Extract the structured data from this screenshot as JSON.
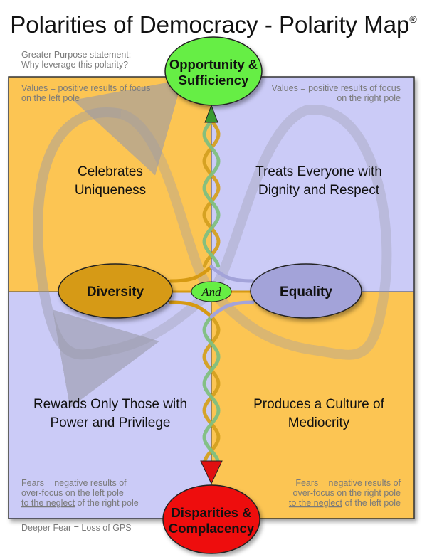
{
  "title": "Polarities of Democracy - Polarity Map",
  "registered_mark": "®",
  "greater_purpose": {
    "line1": "Greater Purpose statement:",
    "line2": "Why leverage this polarity?"
  },
  "deeper_fear": "Deeper Fear = Loss of GPS",
  "top_goal": {
    "line1": "Opportunity &",
    "line2": "Sufficiency"
  },
  "bottom_fear": {
    "line1": "Disparities &",
    "line2": "Complacency"
  },
  "left_pole": "Diversity",
  "right_pole": "Equality",
  "connector": "And",
  "values_left": {
    "line1": "Values = positive results of focus",
    "line2": "on the left pole"
  },
  "values_right": {
    "line1": "Values = positive results of focus",
    "line2": "on the right pole"
  },
  "fears_left": {
    "line1": "Fears = negative results of",
    "line2": "over-focus on the left pole",
    "underline": "to the neglect",
    "rest": " of the right pole"
  },
  "fears_right": {
    "line1": "Fears = negative results of",
    "line2": "over-focus on the right pole",
    "underline": "to the neglect",
    "rest": " of the left pole"
  },
  "upper_left": {
    "line1": "Celebrates",
    "line2": "Uniqueness"
  },
  "upper_right": {
    "line1": "Treats Everyone with",
    "line2": "Dignity and Respect"
  },
  "lower_left": {
    "line1": "Rewards Only Those with",
    "line2": "Power and Privilege"
  },
  "lower_right": {
    "line1": "Produces a Culture of",
    "line2": "Mediocrity"
  },
  "colors": {
    "orange": "#fcc552",
    "lavender": "#cbcbf7",
    "green": "#66ee44",
    "red": "#ee1111",
    "gold": "#d69a12",
    "slate": "#a3a3d9"
  }
}
